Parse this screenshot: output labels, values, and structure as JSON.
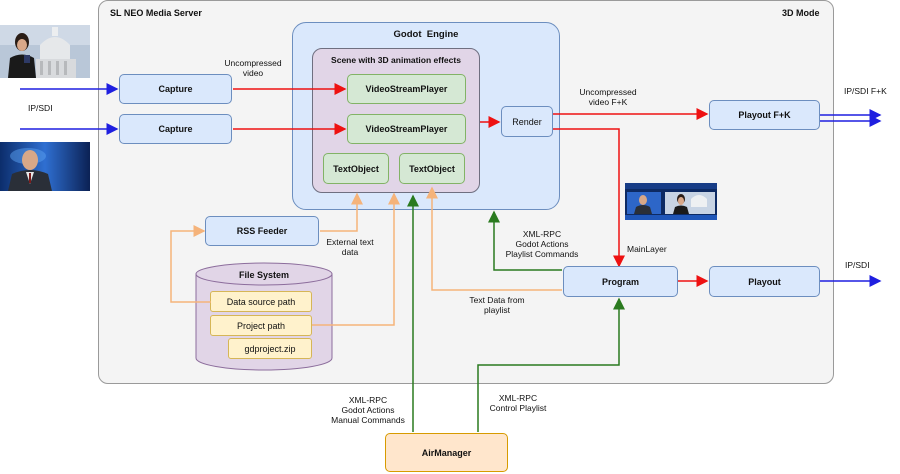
{
  "server": {
    "title": "SL NEO Media Server",
    "mode": "3D Mode"
  },
  "engine": {
    "title": "Godot  Engine"
  },
  "scene": {
    "title": "Scene with 3D animation effects"
  },
  "boxes": {
    "capture1": "Capture",
    "capture2": "Capture",
    "vsp1": "VideoStreamPlayer",
    "vsp2": "VideoStreamPlayer",
    "text1": "TextObject",
    "text2": "TextObject",
    "render": "Render",
    "playout_fk": "Playout F+K",
    "playout": "Playout",
    "program": "Program",
    "rss": "RSS Feeder",
    "airmanager": "AirManager"
  },
  "filesystem": {
    "title": "File System",
    "items": [
      "Data source path",
      "Project path",
      "gdproject.zip"
    ]
  },
  "labels": {
    "ipsdi_in": "IP/SDI",
    "uncompressed": "Uncompressed\nvideo",
    "uncompressed_fk": "Uncompressed\nvideo F+K",
    "ipsdi_fk": "IP/SDI F+K",
    "ipsdi_out": "IP/SDI",
    "external_text": "External text\ndata",
    "xmlrpc_godot_playlist": "XML-RPC\nGodot Actions\nPlaylist Commands",
    "mainlayer": "MainLayer",
    "text_from_playlist": "Text Data from\nplaylist",
    "xmlrpc_manual": "XML-RPC\nGodot Actions\nManual Commands",
    "xmlrpc_control": "XML-RPC\nControl Playlist"
  },
  "colors": {
    "blue_line": "#1f1fe0",
    "red_line": "#ee1111",
    "orange_line": "#f5b37a",
    "green_line": "#2a7a1f"
  },
  "icons": [
    "news-anchor-thumbnail",
    "news-presenter-thumbnail",
    "mainlayer-preview-thumbnail"
  ]
}
